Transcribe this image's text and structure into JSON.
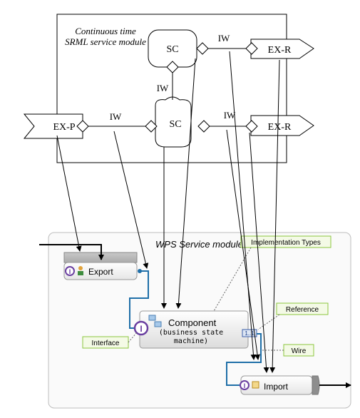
{
  "srml": {
    "title_line1": "Continuous time",
    "title_line2": "SRML service module",
    "sc_top": "SC",
    "sc_mid": "SC",
    "iw_top_right": "IW",
    "iw_vertical": "IW",
    "iw_left": "IW",
    "iw_right": "IW",
    "ex_p": "EX-P",
    "ex_r_top": "EX-R",
    "ex_r_bottom": "EX-R"
  },
  "wps": {
    "title": "WPS Service module",
    "export_label": "Export",
    "component_label": "Component",
    "component_sub1": "(business state",
    "component_sub2": "machine)",
    "import_label": "Import",
    "multiplicity": "1..1",
    "interface_marker": "I"
  },
  "callouts": {
    "implementation_types": "Implementation Types",
    "reference": "Reference",
    "wire": "Wire",
    "interface": "Interface"
  },
  "colors": {
    "wire_blue": "#1f6fa8",
    "callout_border": "#8cc63e",
    "callout_fill": "#f4fae6",
    "interface_purple": "#6a3fa0"
  }
}
